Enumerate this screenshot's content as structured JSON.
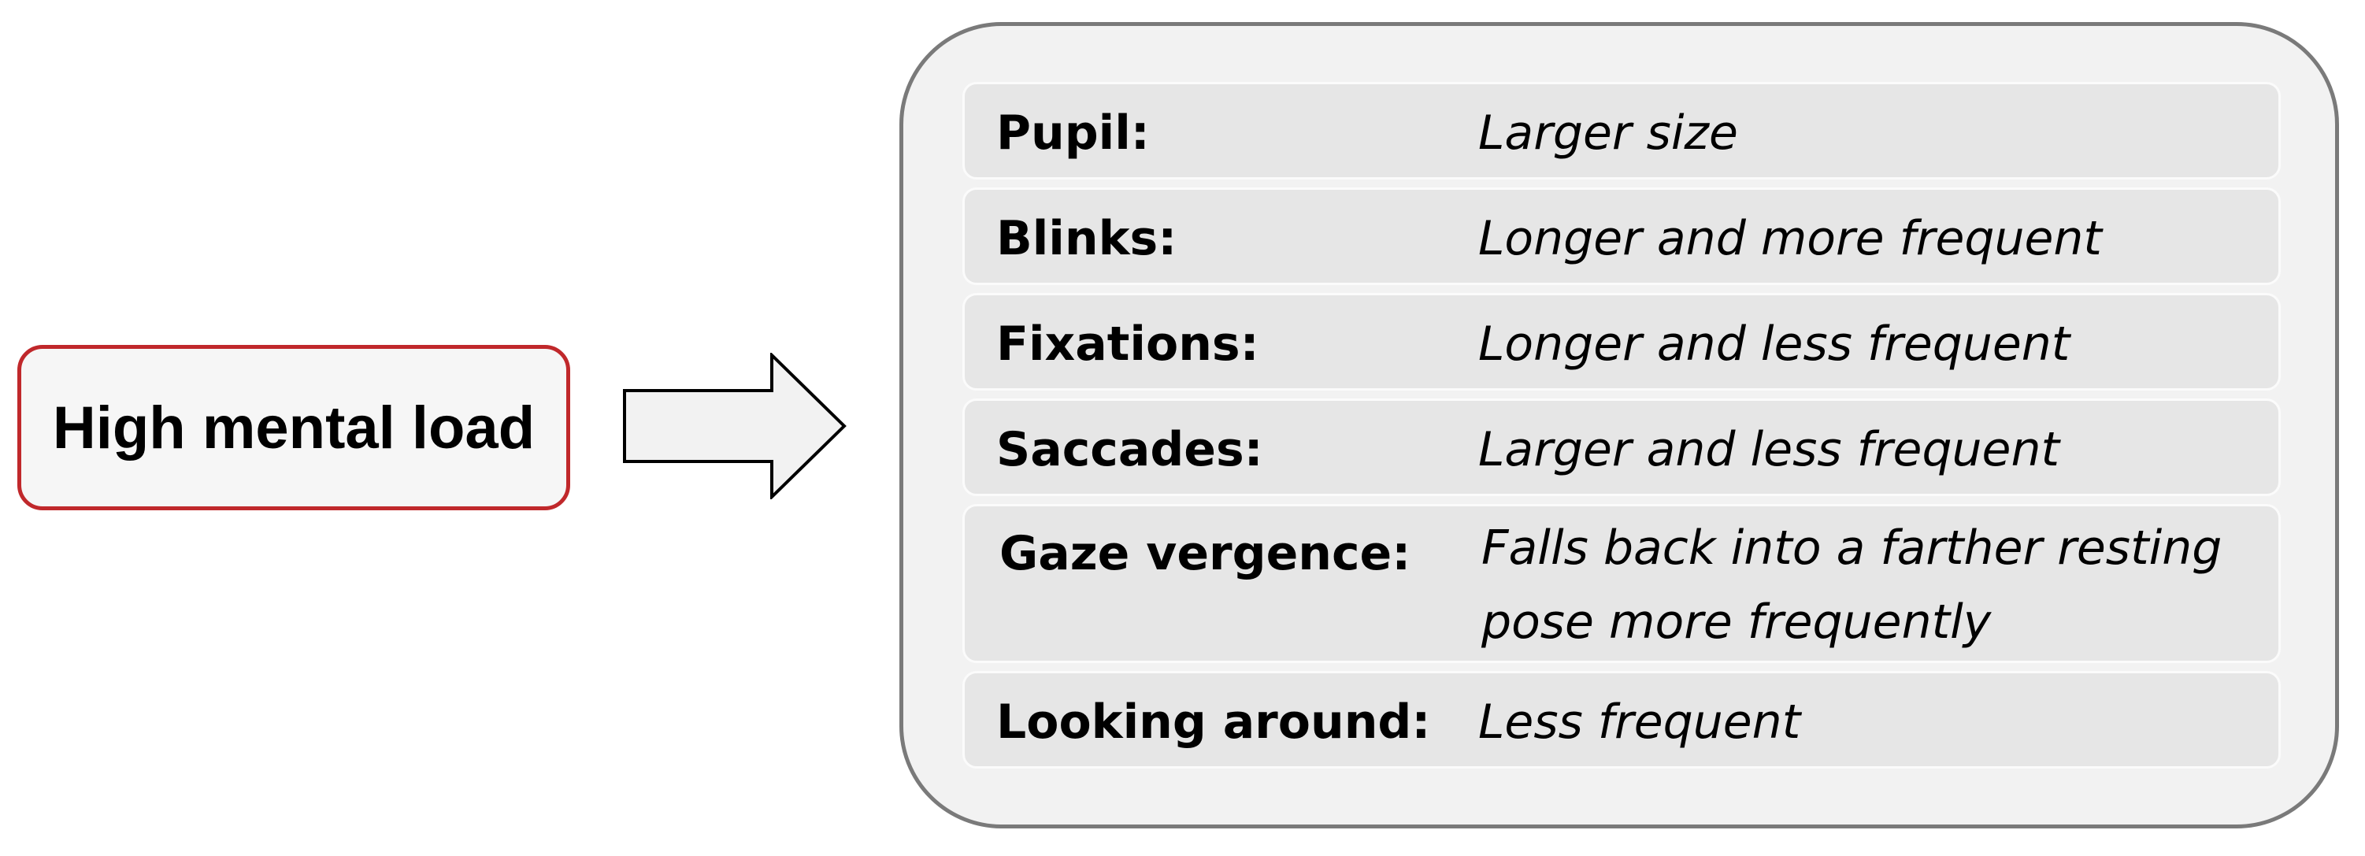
{
  "source": {
    "label": "High mental load"
  },
  "effects": [
    {
      "label": "Pupil:",
      "value": "Larger size"
    },
    {
      "label": "Blinks:",
      "value": "Longer and more frequent"
    },
    {
      "label": "Fixations:",
      "value": "Longer and less frequent"
    },
    {
      "label": "Saccades:",
      "value": "Larger and less frequent"
    },
    {
      "label": "Gaze vergence:",
      "value": "Falls back into a farther resting\npose more frequently"
    },
    {
      "label": "Looking around:",
      "value": "Less frequent"
    }
  ],
  "colors": {
    "source_border": "#c0282b",
    "source_fill": "#f6f6f6",
    "panel_border": "#7a7a7a",
    "panel_fill": "#f2f2f2",
    "row_fill": "#e6e6e6",
    "arrow_fill": "#f2f2f2",
    "arrow_stroke": "#000000"
  }
}
